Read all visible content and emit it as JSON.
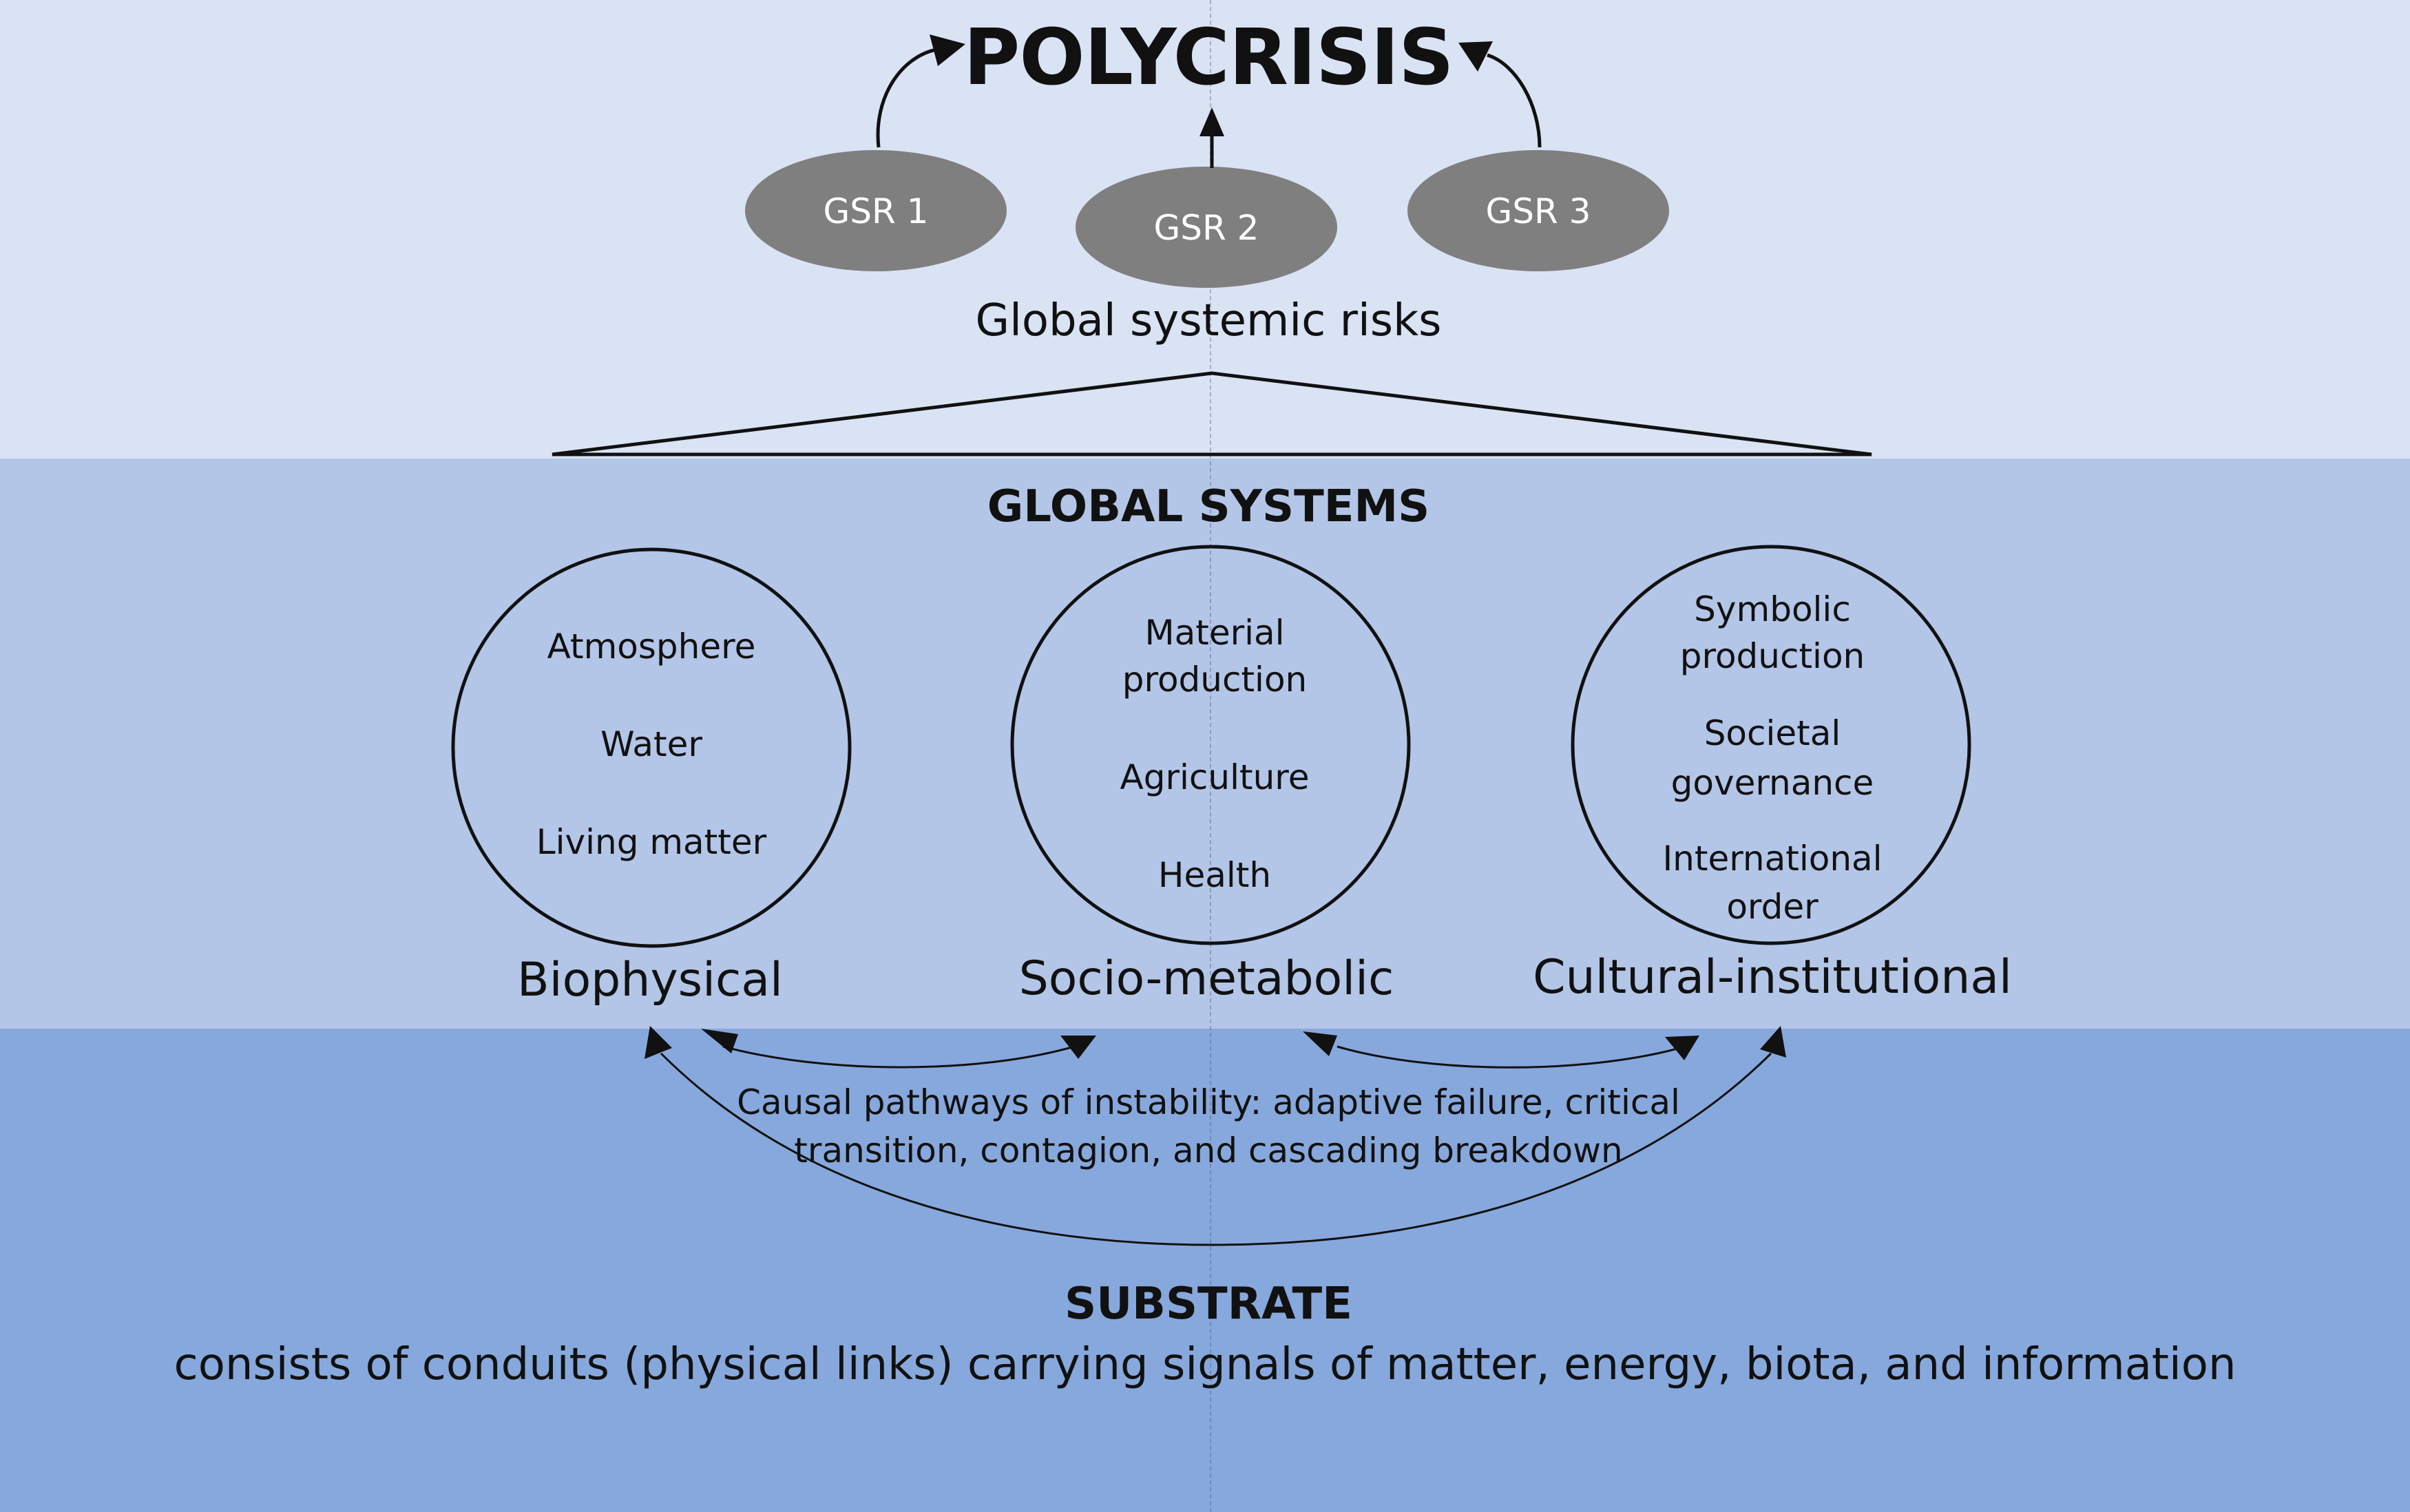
{
  "colors": {
    "band_top": "#d9e3f4",
    "band_mid": "#b3c6e8",
    "band_bottom": "#87a8dc",
    "gsr_fill": "#7f7f7f",
    "line": "#111111"
  },
  "title": "POLYCRISIS",
  "gsr_nodes": [
    {
      "label": "GSR 1"
    },
    {
      "label": "GSR 2"
    },
    {
      "label": "GSR 3"
    }
  ],
  "gsr_caption": "Global systemic risks",
  "global_systems": {
    "title": "GLOBAL SYSTEMS",
    "systems": [
      {
        "name": "Biophysical",
        "items": [
          "Atmosphere",
          "Water",
          "Living matter"
        ]
      },
      {
        "name": "Socio-metabolic",
        "items": [
          "Material",
          "production",
          "Agriculture",
          "Health"
        ]
      },
      {
        "name": "Cultural-institutional",
        "items": [
          "Symbolic",
          "production",
          "Societal",
          "governance",
          "International",
          "order"
        ]
      }
    ]
  },
  "pathways": "Causal pathways of instability: adaptive failure, critical transition, contagion, and cascading breakdown",
  "substrate": {
    "title": "SUBSTRATE",
    "description": "consists of conduits (physical links) carrying signals of matter, energy, biota, and information"
  }
}
